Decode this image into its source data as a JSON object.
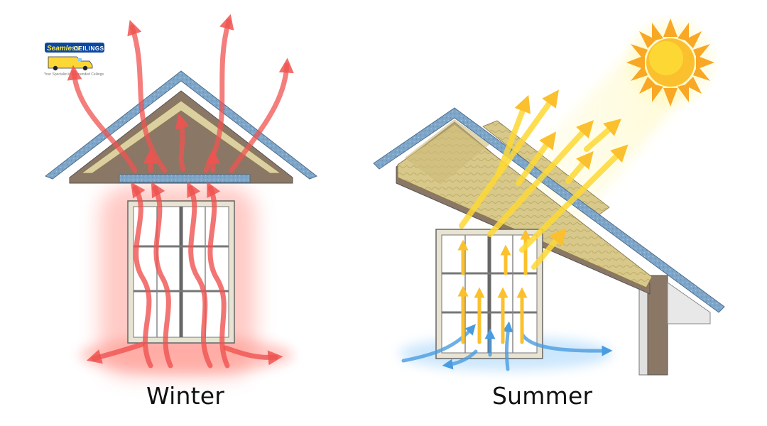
{
  "logo": {
    "brand_line1": "Seamless",
    "brand_line2": "CEILINGS",
    "tagline": "Your Specialist in Suspended Ceilings"
  },
  "panels": {
    "winter": {
      "caption": "Winter"
    },
    "summer": {
      "caption": "Summer"
    }
  },
  "colors": {
    "heat_arrow": "#ef5350",
    "heat_glow": "#ff8a80",
    "sun_ray": "#fdd835",
    "sun_core": "#fbc02d",
    "cool_air": "#64b5f6",
    "roof_shingle": "#7ea6c9",
    "insulation": "#d8c98a",
    "timber": "#8b7765",
    "window_frame": "#e8e3d2"
  },
  "icons": [
    "sun-icon",
    "logo-van-icon"
  ]
}
